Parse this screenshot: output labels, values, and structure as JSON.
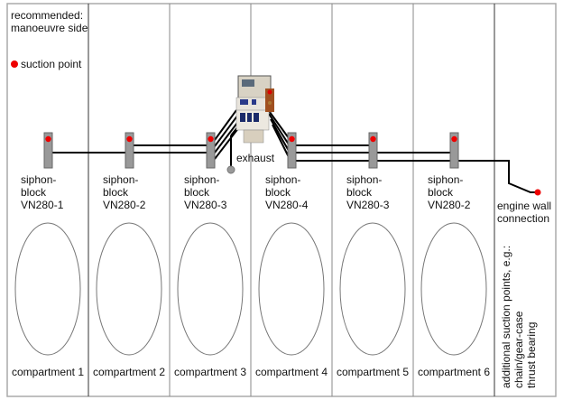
{
  "legend": {
    "title": "recommended: manoeuvre side",
    "suction_label": "suction point",
    "suction_color": "#ee0000"
  },
  "siphon_blocks": [
    {
      "label": "siphon-\nblock\nVN280-1"
    },
    {
      "label": "siphon-\nblock\nVN280-2"
    },
    {
      "label": "siphon-\nblock\nVN280-3"
    },
    {
      "label": "siphon-\nblock\nVN280-4"
    },
    {
      "label": "siphon-\nblock\nVN280-3"
    },
    {
      "label": "siphon-\nblock\nVN280-2"
    }
  ],
  "compartments": [
    {
      "label": "compartment 1"
    },
    {
      "label": "compartment 2"
    },
    {
      "label": "compartment 3"
    },
    {
      "label": "compartment 4"
    },
    {
      "label": "compartment 5"
    },
    {
      "label": "compartment 6"
    }
  ],
  "exhaust_label": "exhaust",
  "engine_wall_label": "engine wall\nconnection",
  "additional_label": "additional suction points, e.g.:\nchain/gear-case\nthrust bearing",
  "colors": {
    "suction_point": "#ee0000",
    "block_fill": "#999999",
    "pipe": "#000000",
    "divider_dark": "#333333",
    "divider_light": "#888888",
    "frame": "#aaaaaa"
  }
}
